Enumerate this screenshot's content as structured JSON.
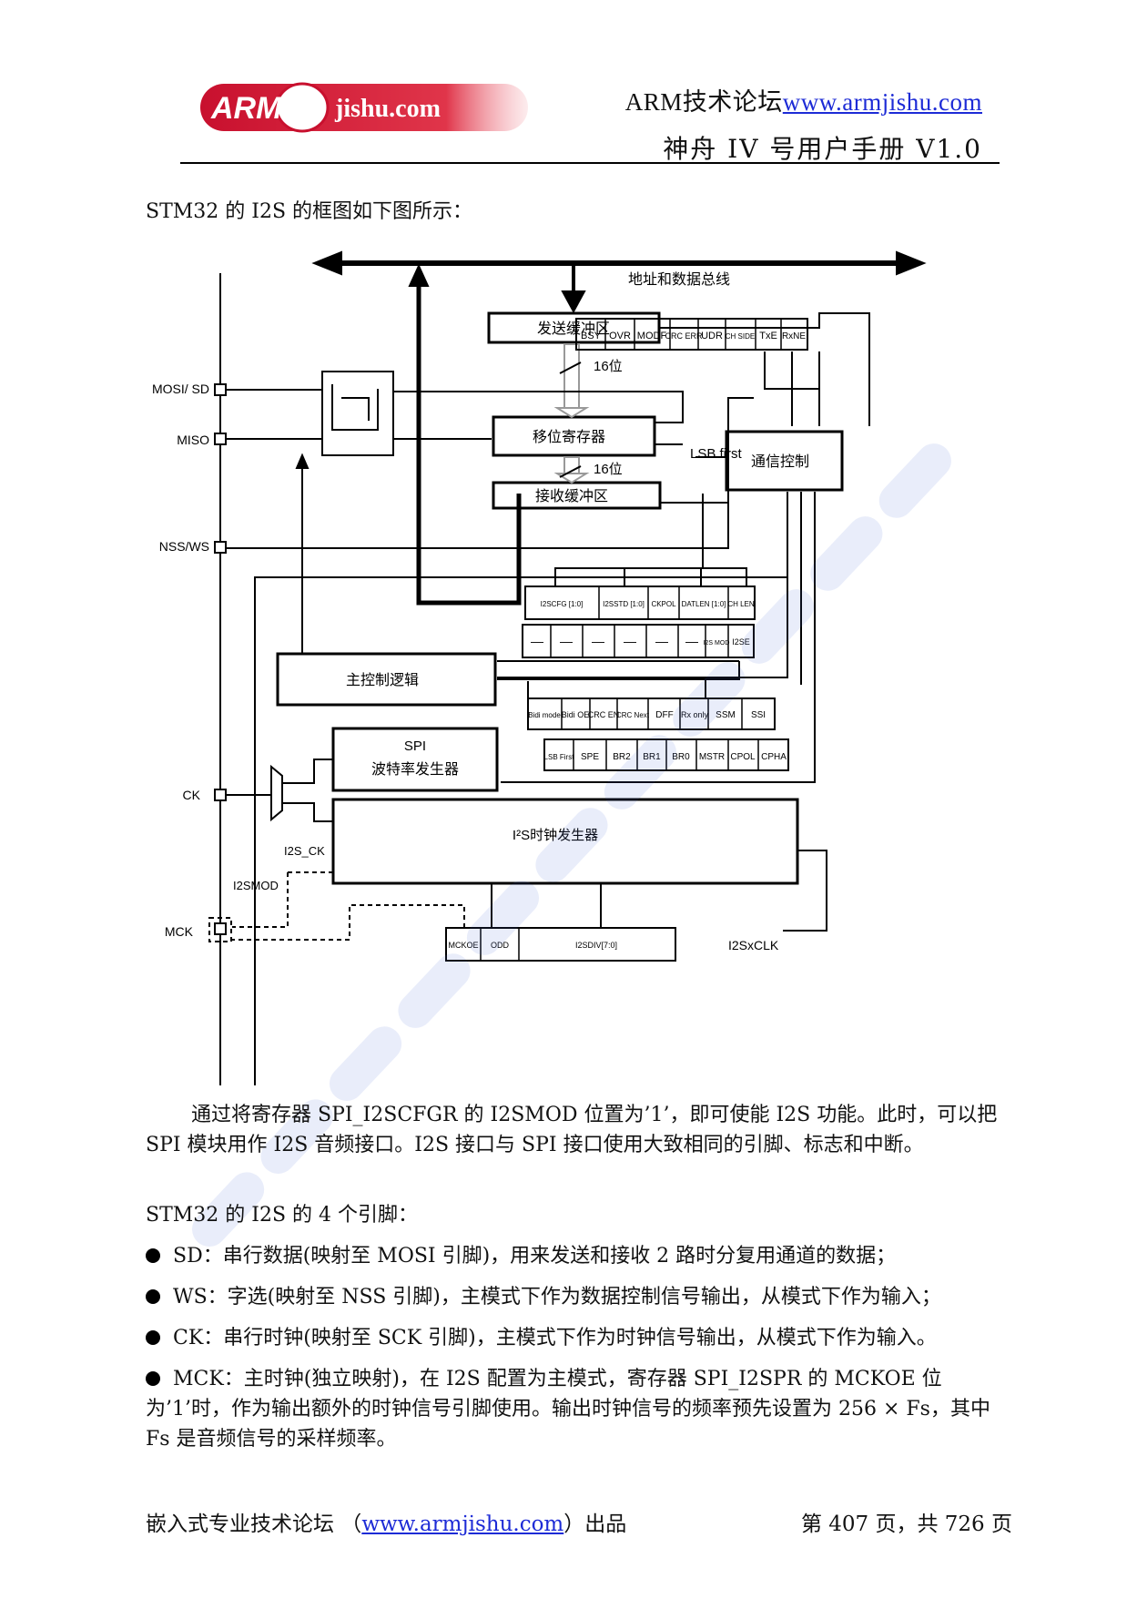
{
  "header": {
    "logo_text": "ARMjishu.com",
    "forum_label": "ARM技术论坛",
    "forum_url": "www.armjishu.com",
    "manual_title": "神舟 IV 号用户手册  V1.0"
  },
  "intro": "STM32 的 I2S 的框图如下图所示：",
  "diagram": {
    "bus_label": "地址和数据总线",
    "tx_buffer": "发送缓冲区",
    "rx_buffer": "接收缓冲区",
    "shift_register": "移位寄存器",
    "bits_top": "16位",
    "bits_bottom": "16位",
    "lsb_first": "LSB first",
    "comm_control": "通信控制",
    "master_logic": "主控制逻辑",
    "spi_title": "SPI",
    "spi_subtitle": "波特率发生器",
    "i2s_clock": "I²S时钟发生器",
    "pins": [
      "MOSI/ SD",
      "MISO",
      "NSS/WS",
      "CK",
      "MCK"
    ],
    "i2s_ck": "I2S_CK",
    "i2smod": "I2SMOD",
    "i2sxclk": "I2SxCLK",
    "status_bits": [
      "BSY",
      "OVR",
      "MODF",
      "CRC ERR",
      "UDR",
      "CH SIDE",
      "TxE",
      "RxNE"
    ],
    "i2scfgr_bits": [
      "I2SCFG [1:0]",
      "I2SSTD [1:0]",
      "CKPOL",
      "DATLEN [1:0]",
      "CH LEN"
    ],
    "i2scfgr_bits2": [
      "—",
      "—",
      "—",
      "—",
      "—",
      "—",
      "I2S MOD",
      "I2SE"
    ],
    "cr1_bits_row1": [
      "Bidi mode",
      "Bidi OE",
      "CRC EN",
      "CRC Next",
      "DFF",
      "Rx only",
      "SSM",
      "SSI"
    ],
    "cr1_bits_row2": [
      "LSB First",
      "SPE",
      "BR2",
      "BR1",
      "BR0",
      "MSTR",
      "CPOL",
      "CPHA"
    ],
    "i2spr_bits": [
      "MCKOE",
      "ODD",
      "I2SDIV[7:0]"
    ]
  },
  "paragraphs": {
    "p1": "通过将寄存器 SPI_I2SCFGR 的 I2SMOD 位置为’1’，即可使能 I2S 功能。此时，可以把 SPI 模块用作 I2S 音频接口。I2S 接口与 SPI 接口使用大致相同的引脚、标志和中断。",
    "p2": "STM32 的 I2S 的 4 个引脚："
  },
  "bullets": [
    "SD：串行数据(映射至 MOSI 引脚)，用来发送和接收 2 路时分复用通道的数据；",
    "WS：字选(映射至 NSS 引脚)，主模式下作为数据控制信号输出，从模式下作为输入；",
    "CK：串行时钟(映射至 SCK 引脚)，主模式下作为时钟信号输出，从模式下作为输入。",
    "MCK：主时钟(独立映射)，在 I2S 配置为主模式，寄存器 SPI_I2SPR 的 MCKOE 位为’1’时，作为输出额外的时钟信号引脚使用。输出时钟信号的频率预先设置为 256 × Fs，其中 Fs 是音频信号的采样频率。"
  ],
  "footer": {
    "left_prefix": "嵌入式专业技术论坛  （",
    "left_url": "www.armjishu.com",
    "left_suffix": "）出品",
    "page_info": "第 407 页，共 726 页"
  },
  "colors": {
    "logo_red": "#c8102e",
    "link_blue": "#1d2bd6",
    "watermark": "#4a6fd6"
  }
}
